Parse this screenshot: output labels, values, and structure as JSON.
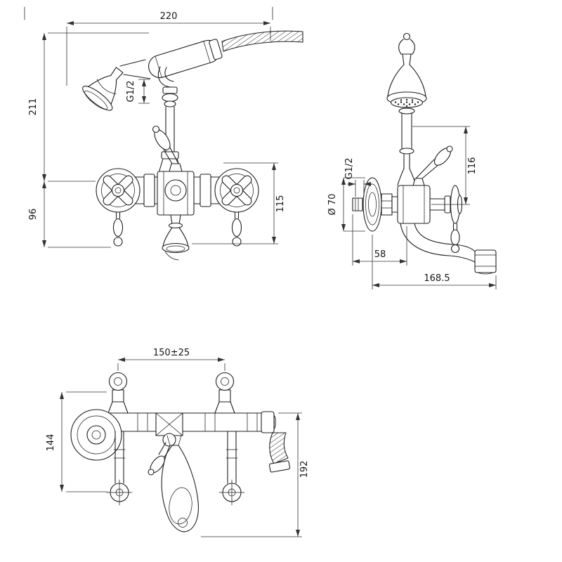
{
  "drawing": {
    "sheet": "bath-shower-mixer-dimensional-drawing",
    "ink": "#1f1f1f",
    "dim_ink": "#333333",
    "background": "#ffffff",
    "views": {
      "front": {
        "dims": {
          "overall_width": "220",
          "upper_height": "211",
          "lower_height": "96",
          "handset_thread": "G1/2",
          "spout_drop": "115"
        }
      },
      "side": {
        "dims": {
          "riser_height": "116",
          "inlet_thread": "G1/2",
          "flange_diameter": "Ø 70",
          "wall_offset": "58",
          "spout_reach": "168.5"
        }
      },
      "top": {
        "dims": {
          "inlet_centres": "150±25",
          "body_depth": "144",
          "overall_depth": "192"
        }
      }
    }
  }
}
